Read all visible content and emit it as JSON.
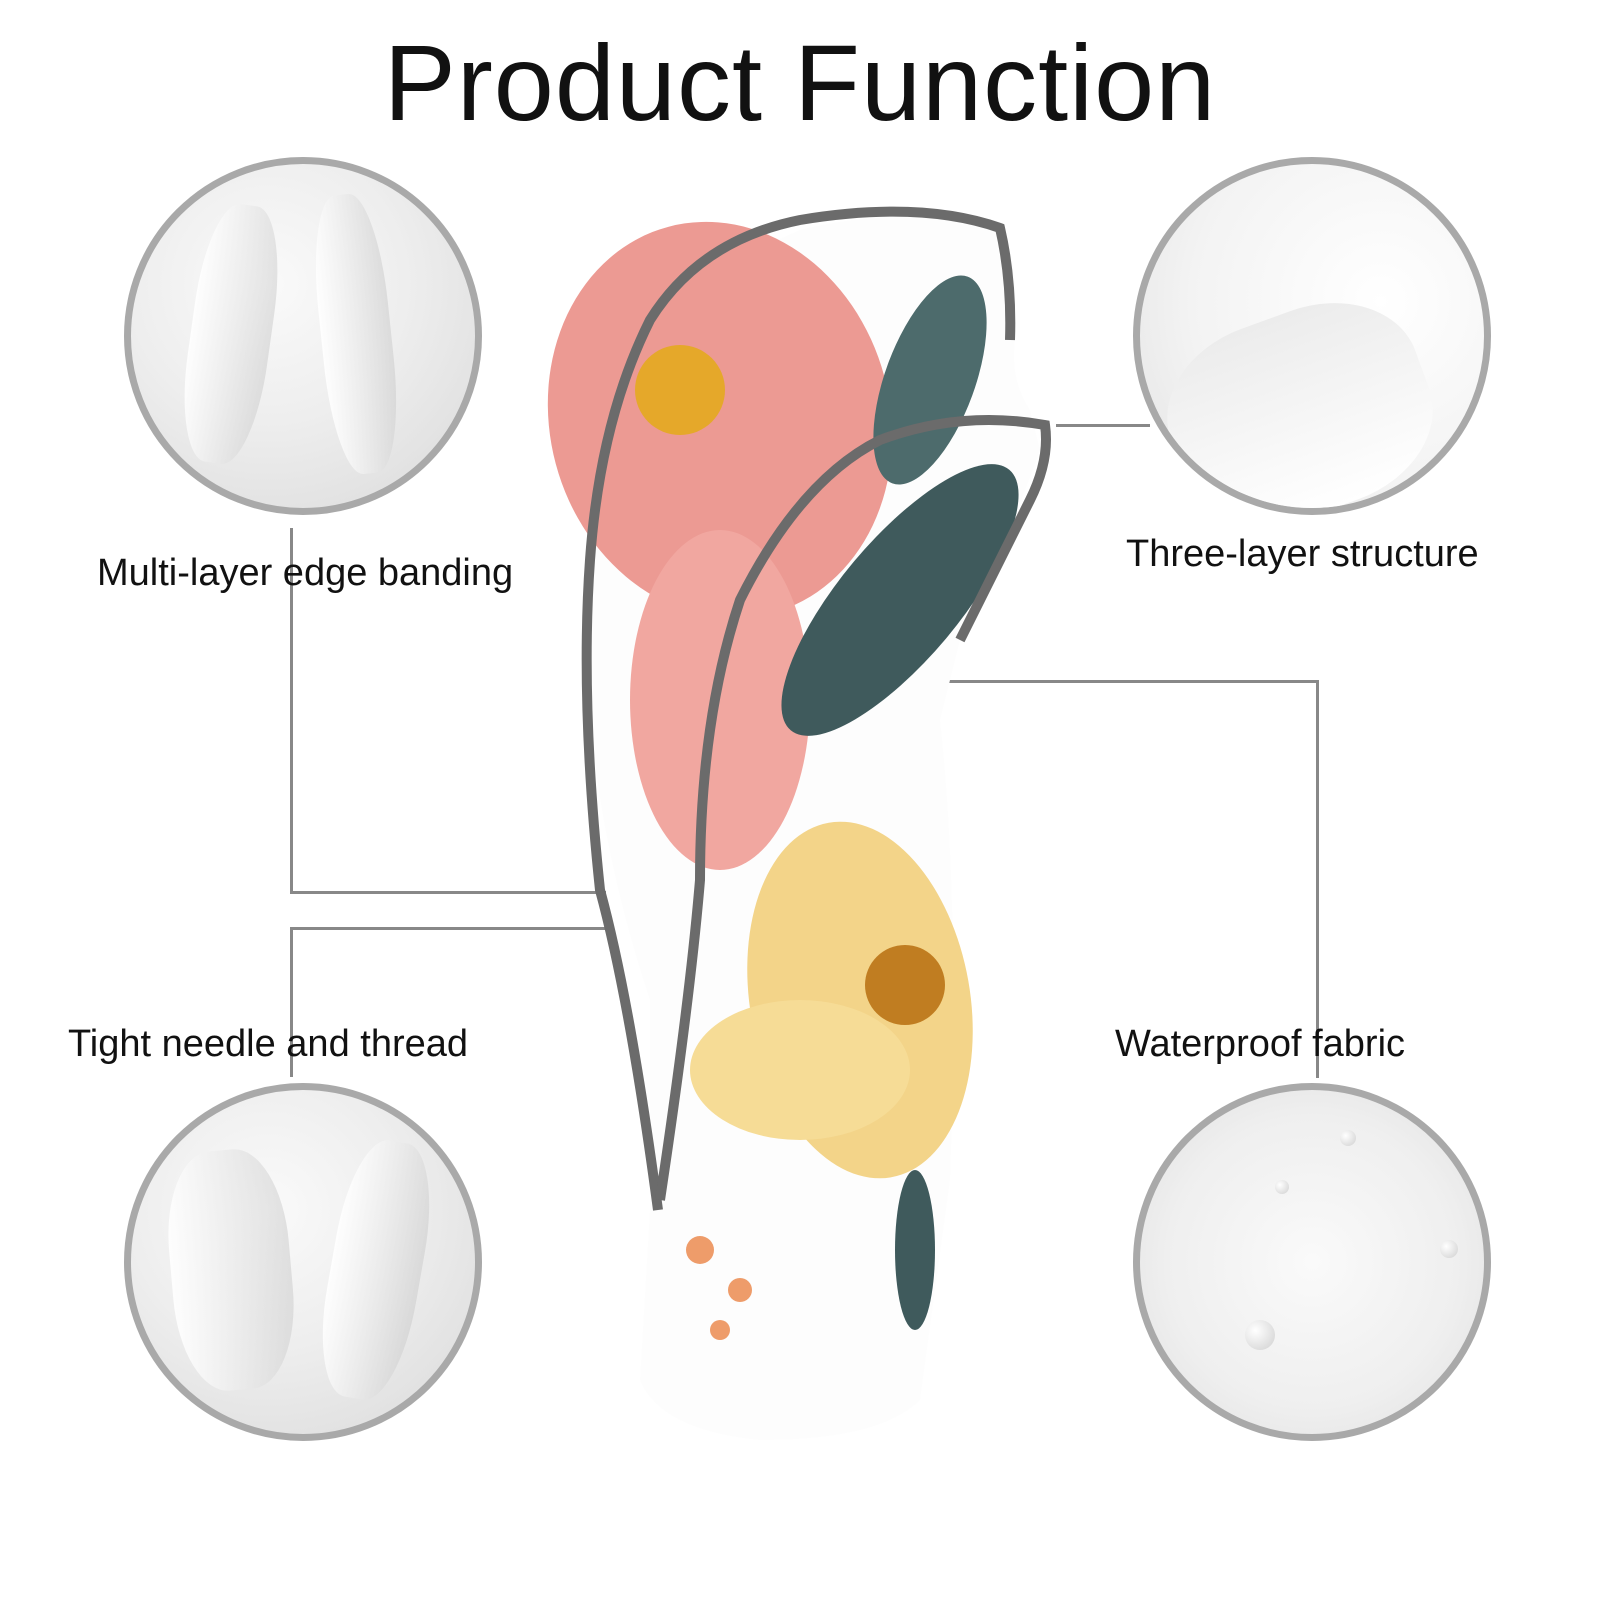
{
  "title": "Product Function",
  "features": [
    {
      "label": "Multi-layer edge banding"
    },
    {
      "label": "Three-layer structure"
    },
    {
      "label": "Tight needle and thread"
    },
    {
      "label": "Waterproof fabric"
    }
  ],
  "colors": {
    "trim": "#6b6b6b",
    "pink": "#e9958f",
    "yellow": "#f1cf7a",
    "leaf": "#3f5a5c",
    "ring": "#a9a9a9"
  }
}
